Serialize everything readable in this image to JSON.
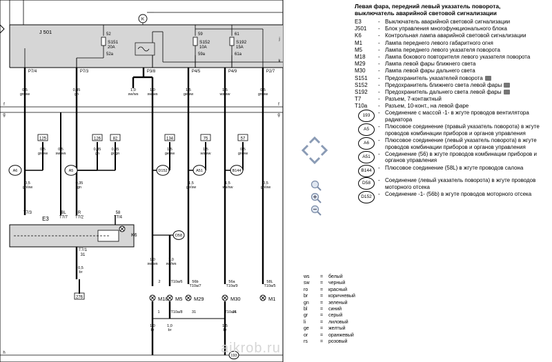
{
  "legend": {
    "title_line1": "Левая фара, передний левый указатель поворота,",
    "title_line2": "выключатель аварийной световой сигнализации",
    "items": [
      {
        "code": "E3",
        "desc": "Выключатель аварийной световой сигнализации",
        "circle": false,
        "camera": false
      },
      {
        "code": "J501",
        "desc": "Блок управления многофункционального блока",
        "circle": false,
        "camera": false
      },
      {
        "code": "K6",
        "desc": "Контрольная лампа аварийной световой сигнализации",
        "circle": false,
        "camera": false
      },
      {
        "code": "M1",
        "desc": "Лампа переднего левого габаритного огня",
        "circle": false,
        "camera": false
      },
      {
        "code": "M5",
        "desc": "Лампа переднего левого указателя поворота",
        "circle": false,
        "camera": false
      },
      {
        "code": "M18",
        "desc": "Лампа бокового повторителя левого указателя поворота",
        "circle": false,
        "camera": false
      },
      {
        "code": "M29",
        "desc": "Лампа левой фары ближнего света",
        "circle": false,
        "camera": false
      },
      {
        "code": "M30",
        "desc": "Лампа левой фары дальнего света",
        "circle": false,
        "camera": false
      },
      {
        "code": "S151",
        "desc": "Предохранитель указателей поворота",
        "circle": false,
        "camera": true
      },
      {
        "code": "S152",
        "desc": "Предохранитель ближнего света левой фары",
        "circle": false,
        "camera": true
      },
      {
        "code": "S192",
        "desc": "Предохранитель дальнего света левой фары",
        "circle": false,
        "camera": true
      },
      {
        "code": "T7",
        "desc": "Разъем, 7-контактный",
        "circle": false,
        "camera": false
      },
      {
        "code": "T10a",
        "desc": "Разъем, 10-конт., на левой фаре",
        "circle": false,
        "camera": false
      },
      {
        "code": "193",
        "desc": "Соединение с массой -1- в жгуте проводов вентилятора радиатора",
        "circle": true,
        "camera": false
      },
      {
        "code": "A5",
        "desc": "Плюсовое соединение (правый указатель поворота) в жгуте проводов комбинации приборов и органов управления",
        "circle": true,
        "camera": false
      },
      {
        "code": "A6",
        "desc": "Плюсовое соединение (левый указатель поворота) в жгуте проводов комбинации приборов и органов управления",
        "circle": true,
        "camera": false
      },
      {
        "code": "A51",
        "desc": "Соединение (56) в жгуте проводов комбинации приборов и органов управления",
        "circle": true,
        "camera": false
      },
      {
        "code": "B144",
        "desc": "Плюсовое соединение (58L) в жгуте проводов салона",
        "circle": true,
        "camera": false
      },
      {
        "code": "D58",
        "desc": "Соединение (левый указатель поворота) в жгуте проводов моторного отсека",
        "circle": true,
        "camera": false
      },
      {
        "code": "D152",
        "desc": "Соединение -1- (56b) в жгуте проводов моторного отсека",
        "circle": true,
        "camera": false
      }
    ]
  },
  "wire_colors": [
    {
      "code": "ws",
      "name": "белый"
    },
    {
      "code": "sw",
      "name": "черный"
    },
    {
      "code": "ro",
      "name": "красный"
    },
    {
      "code": "br",
      "name": "коричневый"
    },
    {
      "code": "gn",
      "name": "зеленый"
    },
    {
      "code": "bl",
      "name": "синий"
    },
    {
      "code": "gr",
      "name": "серый"
    },
    {
      "code": "li",
      "name": "лиловый"
    },
    {
      "code": "ge",
      "name": "желтый"
    },
    {
      "code": "or",
      "name": "оранжевый"
    },
    {
      "code": "rs",
      "name": "розовый"
    }
  ],
  "schematic": {
    "unit_label": "J 501",
    "k_terminal": "K",
    "fuses": [
      {
        "top": "52",
        "name": "S151",
        "rating": "20A",
        "bottom": "52a"
      },
      {
        "top": "59",
        "name": "S152",
        "rating": "10A",
        "bottom": "59a"
      },
      {
        "top": "61",
        "name": "S192",
        "rating": "15A",
        "bottom": "61a"
      }
    ],
    "pins": [
      "P7/4",
      "P7/3",
      "P3/8",
      "P4/5",
      "P4/9",
      "P2/7"
    ],
    "side_labels": {
      "right_j": "j",
      "right_k": "k",
      "bus_f": "f",
      "bus_g": "g",
      "bus_h": "h"
    },
    "wire_top": [
      "0,5\ngn/sw",
      "0,35\ngn",
      "1,0\nsw/ws",
      "1,0\nsw/ws",
      "1,5\nge/sw",
      "1,5\nws/sw",
      "0,5\ngn/sw"
    ],
    "refs": [
      "125",
      "126",
      "82",
      "134",
      "75",
      "57"
    ],
    "ref_wires": [
      "0,5\ngn/sw",
      "0,5\nsw/ws",
      "0,35\ngn",
      "0,35\ngr/gn",
      "1,5\nge/sw",
      "1,5\nws/sw",
      "0,5\ngn/sw"
    ],
    "nodes": [
      "A6",
      "A5",
      "D152",
      "A51",
      "B144"
    ],
    "wire_mid": [
      "0,5\ngn/sw",
      "0,35\ngn",
      "1,5\nge/sw",
      "1,5\nws/sw",
      "0,5\ngn/sw"
    ],
    "switch": {
      "name": "E3",
      "lamp": "K6",
      "pins": [
        "T7/3",
        "BL\nT7/7",
        "R\nT7/2",
        "58\nT7/4"
      ],
      "out_pin": "T7/1",
      "out_num": "31"
    },
    "switch_ground": {
      "wire": "0,5\nbr",
      "ref": "276"
    },
    "d58": {
      "node": "D58",
      "wire_a": "1,0\nsw/ws",
      "wire_b": "1,0\nsw/ws"
    },
    "lamp_pins": [
      "2",
      "T10a/6",
      "56b\nT10a/7",
      "56a\nT10a/9",
      "58L\nT10a/5"
    ],
    "lamps": [
      "M18",
      "M5",
      "M29",
      "M30",
      "M1"
    ],
    "lamp_bottom": [
      "1",
      "T10a/8",
      "31",
      "T10a/4",
      "31"
    ],
    "ground_wires": [
      "1,0\nbr",
      "1,0\nbr",
      "1,5\nbr"
    ],
    "ground_ref": "193"
  },
  "watermark": "aikrob.ru"
}
